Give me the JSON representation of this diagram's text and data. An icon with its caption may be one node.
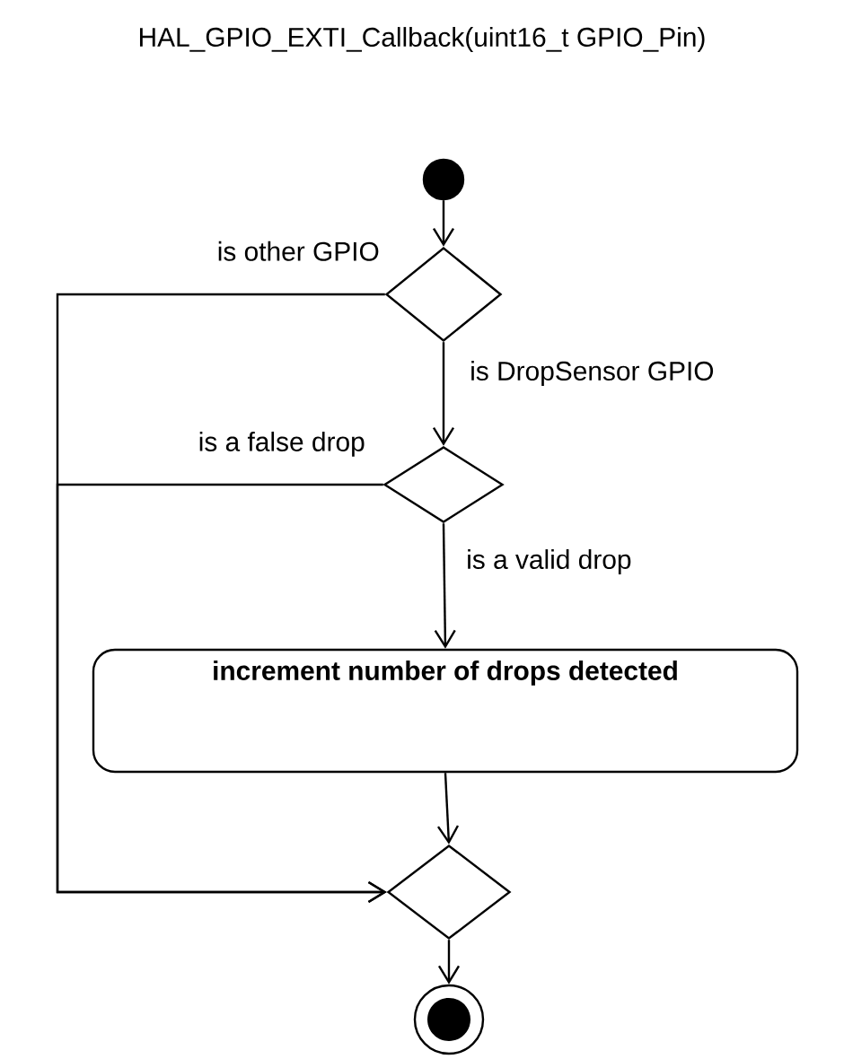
{
  "diagram": {
    "title": "HAL_GPIO_EXTI_Callback(uint16_t GPIO_Pin)",
    "nodes": [
      {
        "text": [],
        "shape": "circle"
      },
      {
        "text": [],
        "shape": "diamond"
      },
      {
        "text": [],
        "shape": "diamond"
      },
      {
        "text": [
          "increment number of drops detected"
        ]
      },
      {
        "text": [],
        "shape": "diamond"
      },
      {
        "text": [],
        "shape": "bullseye"
      }
    ],
    "edges": [
      {
        "from": 0,
        "to": 1,
        "arrow": "to"
      },
      {
        "from": 1,
        "to": 4,
        "arrow": "to",
        "label": "is other GPIO"
      },
      {
        "from": 1,
        "to": 2,
        "arrow": "to",
        "label": "is DropSensor GPIO"
      },
      {
        "from": 2,
        "to": 4,
        "arrow": "to",
        "label": "is a false drop"
      },
      {
        "from": 2,
        "to": 3,
        "arrow": "to",
        "label": "is a valid drop"
      },
      {
        "from": 3,
        "to": 4,
        "arrow": "to"
      },
      {
        "from": 4,
        "to": 5,
        "arrow": "to"
      }
    ]
  }
}
